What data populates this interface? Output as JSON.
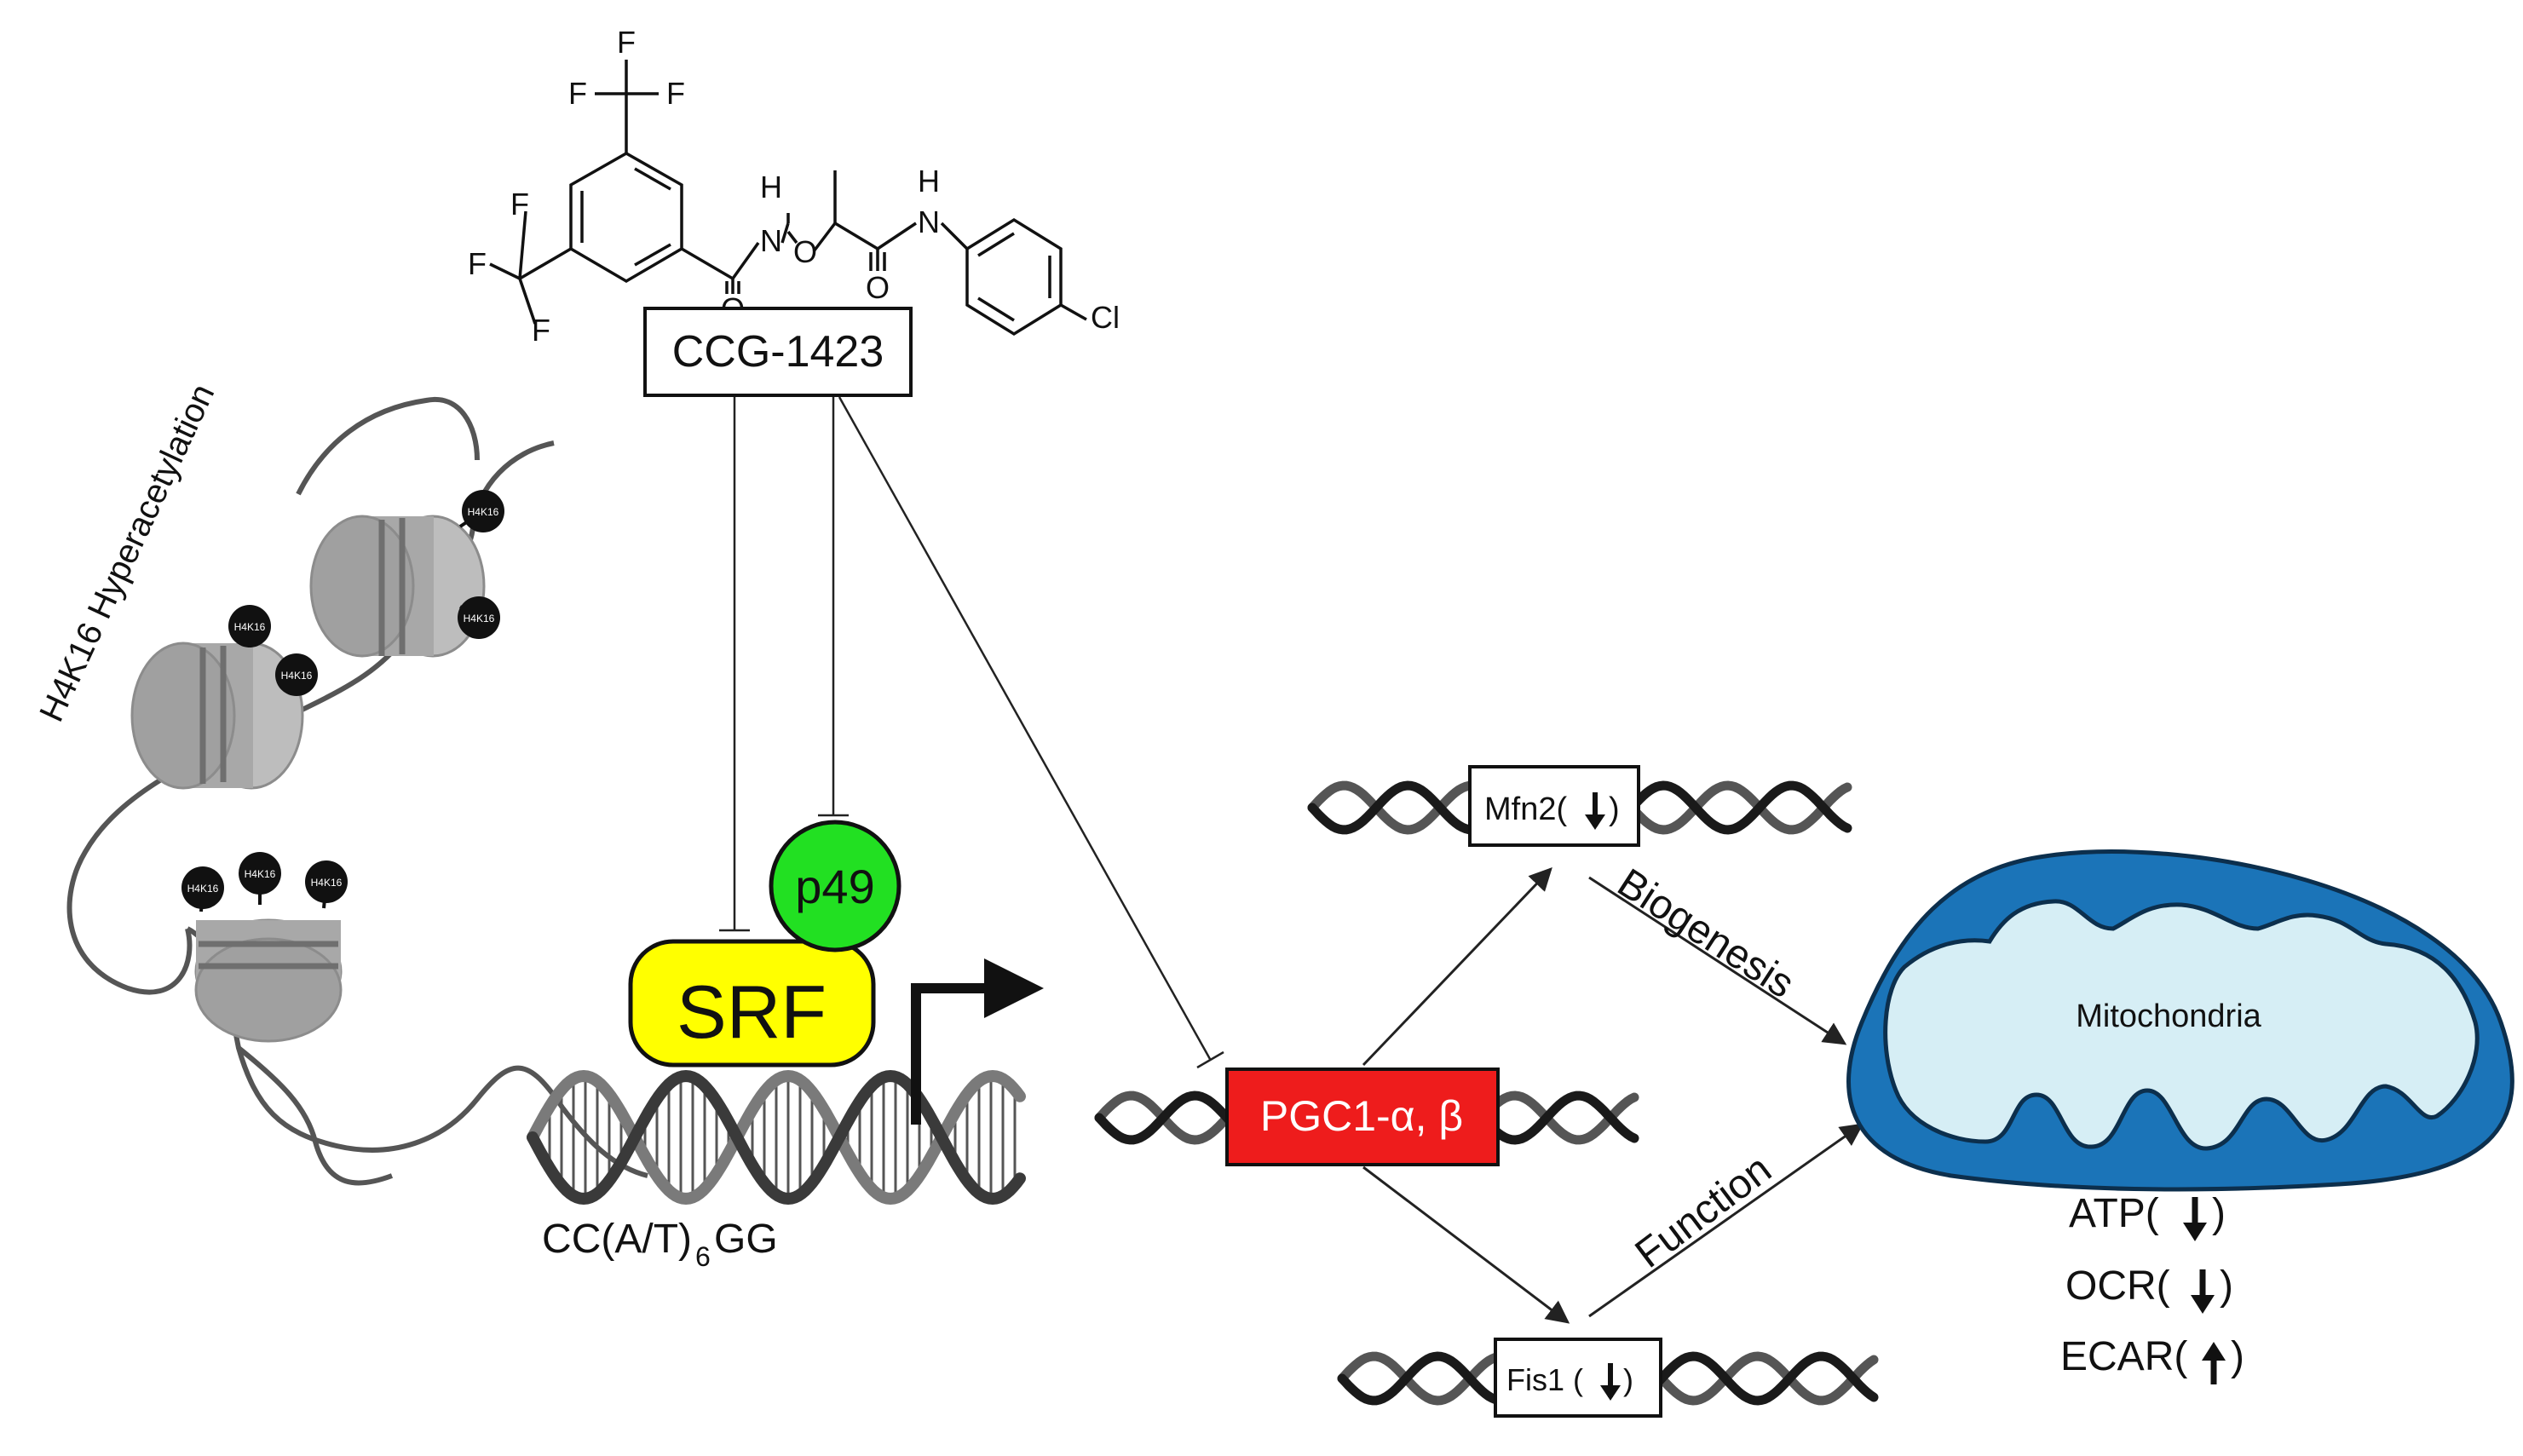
{
  "drug": {
    "name": "CCG-1423",
    "atoms": {
      "f_top_left": "F",
      "f_top_center": "F",
      "f_top_right": "F",
      "f_left_top": "F",
      "f_left_mid": "F",
      "f_left_bottom": "F",
      "nh_left": "H",
      "n_left": "N",
      "o_link": "O",
      "nh_right": "H",
      "n_right": "N",
      "o_carbonyl_left": "O",
      "o_carbonyl_right": "O",
      "cl": "Cl"
    }
  },
  "chromatin": {
    "title": "H4K16 Hyperacetylation",
    "mark_label": "H4K16"
  },
  "transcription": {
    "srf": "SRF",
    "p49": "p49",
    "motif_main": "CC(A/T)",
    "motif_sub": "6",
    "motif_end": "GG"
  },
  "pgc": {
    "label": "PGC1-α, β"
  },
  "genes": {
    "mfn2": "Mfn2(",
    "fis1": "Fis1 (",
    "close": ")"
  },
  "processes": {
    "biogenesis": "Biogenesis",
    "function": "Function"
  },
  "mitochondria": {
    "label": "Mitochondria",
    "atp": "ATP(",
    "ocr": "OCR(",
    "ecar": "ECAR(",
    "close": ")"
  },
  "colors": {
    "srf": "#ffff00",
    "p49": "#22e022",
    "pgc": "#ee1c1c",
    "mito_outer": "#1b74b8",
    "mito_inner": "#d6eef5",
    "nucleosome": "#a8a8a8",
    "dna_dark": "#1a1a1a"
  }
}
